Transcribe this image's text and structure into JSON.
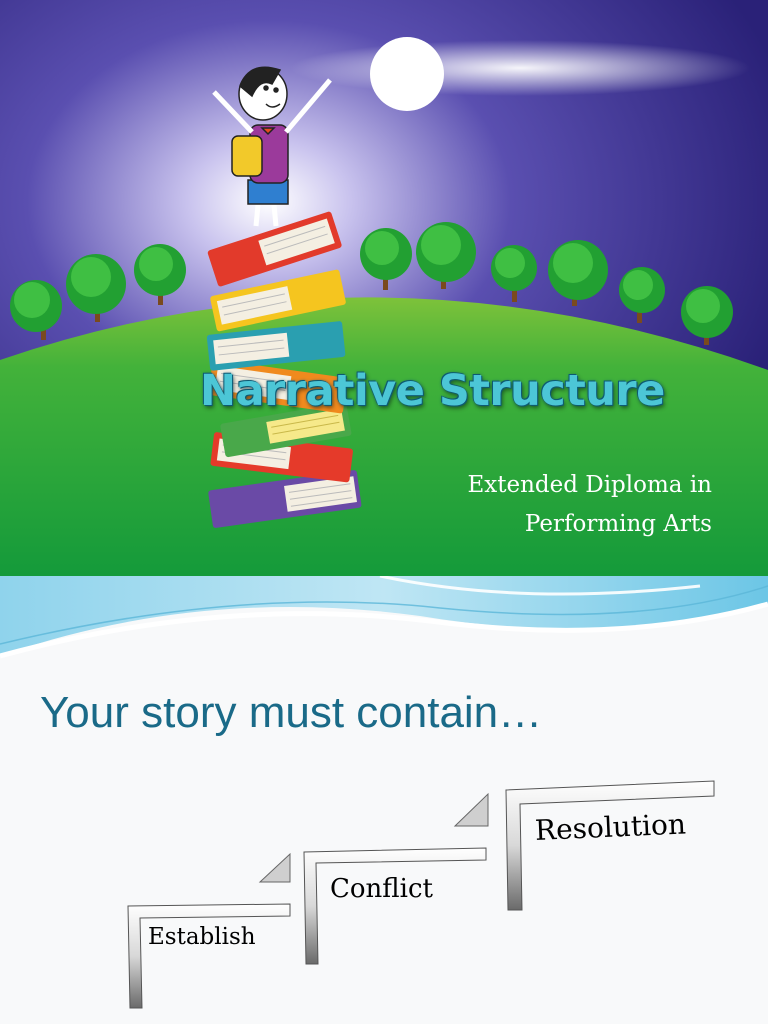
{
  "slide1": {
    "title": "Narrative Structure",
    "subtitle_lines": [
      "Extended Diploma in",
      "Performing Arts"
    ]
  },
  "slide2": {
    "heading": "Your story must contain…",
    "steps": [
      "Establish",
      "Conflict",
      "Resolution"
    ]
  },
  "colors": {
    "sky": "#2a2178",
    "hill": "#2aa83a",
    "title_text": "#4cc6d6",
    "heading_text": "#1a6a88"
  }
}
